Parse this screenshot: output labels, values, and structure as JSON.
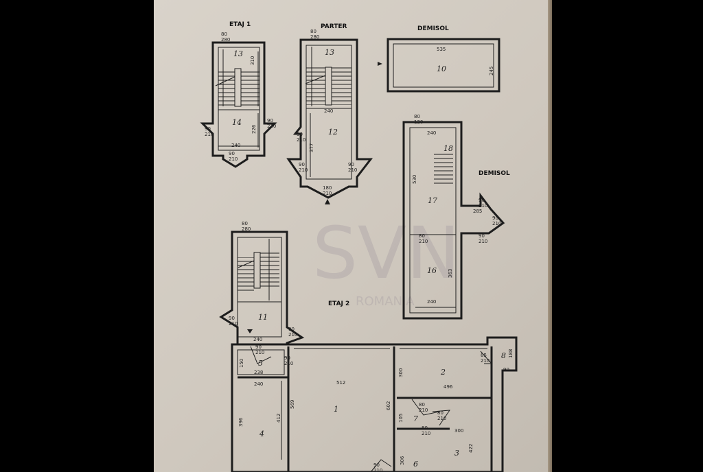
{
  "labels": {
    "etaj1": "ETAJ 1",
    "parter": "PARTER",
    "demisol_top": "DEMISOL",
    "demisol_right": "DEMISOL",
    "etaj2": "ETAJ 2"
  },
  "watermark": {
    "main": "SVN",
    "sub": "ROMANIA"
  },
  "rooms": {
    "r13a": "13",
    "r14": "14",
    "r13b": "13",
    "r12": "12",
    "r10": "10",
    "r18": "18",
    "r17": "17",
    "r16": "16",
    "r11": "11",
    "r5": "5",
    "r8": "8",
    "r2": "2",
    "r1": "1",
    "r4": "4",
    "r7": "7",
    "r3": "3",
    "r6": "6"
  },
  "dims": {
    "d80_280_a": "80\n280",
    "d310": "310",
    "d226": "226",
    "d90_210_a": "90\n210",
    "d90_210_b": "90\n210",
    "d240_a": "240",
    "d90_210_c": "90\n210",
    "d80_280_b": "80\n280",
    "d240_b": "240",
    "d377": "377",
    "d90_210_d": "90\n210",
    "d90_210_e": "90\n210",
    "d90_210_f": "90\n210",
    "d180_210": "180\n210",
    "d535": "535",
    "d245": "245",
    "d80_120": "80\n120",
    "d240_c": "240",
    "d530": "530",
    "d90_210_g": "90\n210",
    "d285": "285",
    "d90_210_h": "90\n210",
    "d80_210_a": "80\n210",
    "d90_210_i": "90\n210",
    "d363": "363",
    "d240_d": "240",
    "d80_280_c": "80\n280",
    "d90_210_j": "90\n210",
    "d90_210_k": "90\n210",
    "d240_e": "240",
    "d90_210_l": "90\n210",
    "d90_210_m": "90\n210",
    "d150": "150",
    "d238": "238",
    "d240_f": "240",
    "d512": "512",
    "d300_a": "300",
    "d496": "496",
    "d85_210": "85\n210",
    "d188": "188",
    "d90": "90",
    "d569": "569",
    "d602": "602",
    "d396": "396",
    "d412": "412",
    "d80_210_b": "80\n210",
    "d80_210_c": "80\n210",
    "d80_210_d": "80\n210",
    "d300_b": "300",
    "d422": "422",
    "d105": "105",
    "d306": "306",
    "d90_210_n": "90\n210"
  }
}
